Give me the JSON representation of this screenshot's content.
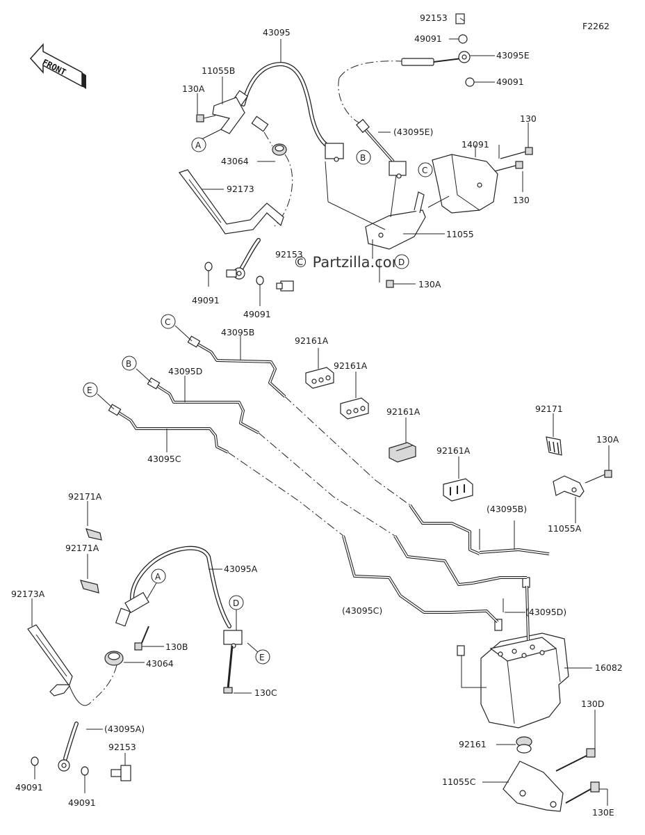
{
  "figure_code": "F2262",
  "watermark": "© Partzilla.com",
  "front_label": "FRONT",
  "labels": {
    "p43095_top": "43095",
    "p11055B": "11055B",
    "p130A_a": "130A",
    "p43064_top": "43064",
    "p92173": "92173",
    "p49091_a": "49091",
    "p49091_b": "49091",
    "p92153_mid": "92153",
    "p92153_top": "92153",
    "p49091_top1": "49091",
    "p43095E": "43095E",
    "p49091_top2": "49091",
    "p43095E_paren": "(43095E)",
    "p14091": "14091",
    "p130_a": "130",
    "p130_b": "130",
    "p11055": "11055",
    "p130A_b": "130A",
    "p43095B": "43095B",
    "p92161A_1": "92161A",
    "p92161A_2": "92161A",
    "p43095D": "43095D",
    "p92161A_3": "92161A",
    "p92171": "92171",
    "p130A_c": "130A",
    "p43095C": "43095C",
    "p92161A_4": "92161A",
    "p11055A": "11055A",
    "p92171A_1": "92171A",
    "p92171A_2": "92171A",
    "p43095B_paren": "(43095B)",
    "p43095A": "43095A",
    "p92173A": "92173A",
    "p43095C_paren": "(43095C)",
    "p43095D_paren": "(43095D)",
    "p130B": "130B",
    "p43064_bot": "43064",
    "p16082": "16082",
    "p130C": "130C",
    "p43095A_paren": "(43095A)",
    "p92153_bot": "92153",
    "p130D": "130D",
    "p92161": "92161",
    "p49091_c": "49091",
    "p49091_d": "49091",
    "p11055C": "11055C",
    "p130E": "130E"
  },
  "refs": {
    "A1": "A",
    "B1": "B",
    "C1": "C",
    "D1": "D",
    "C2": "C",
    "B2": "B",
    "E1": "E",
    "A2": "A",
    "D2": "D",
    "E2": "E"
  }
}
